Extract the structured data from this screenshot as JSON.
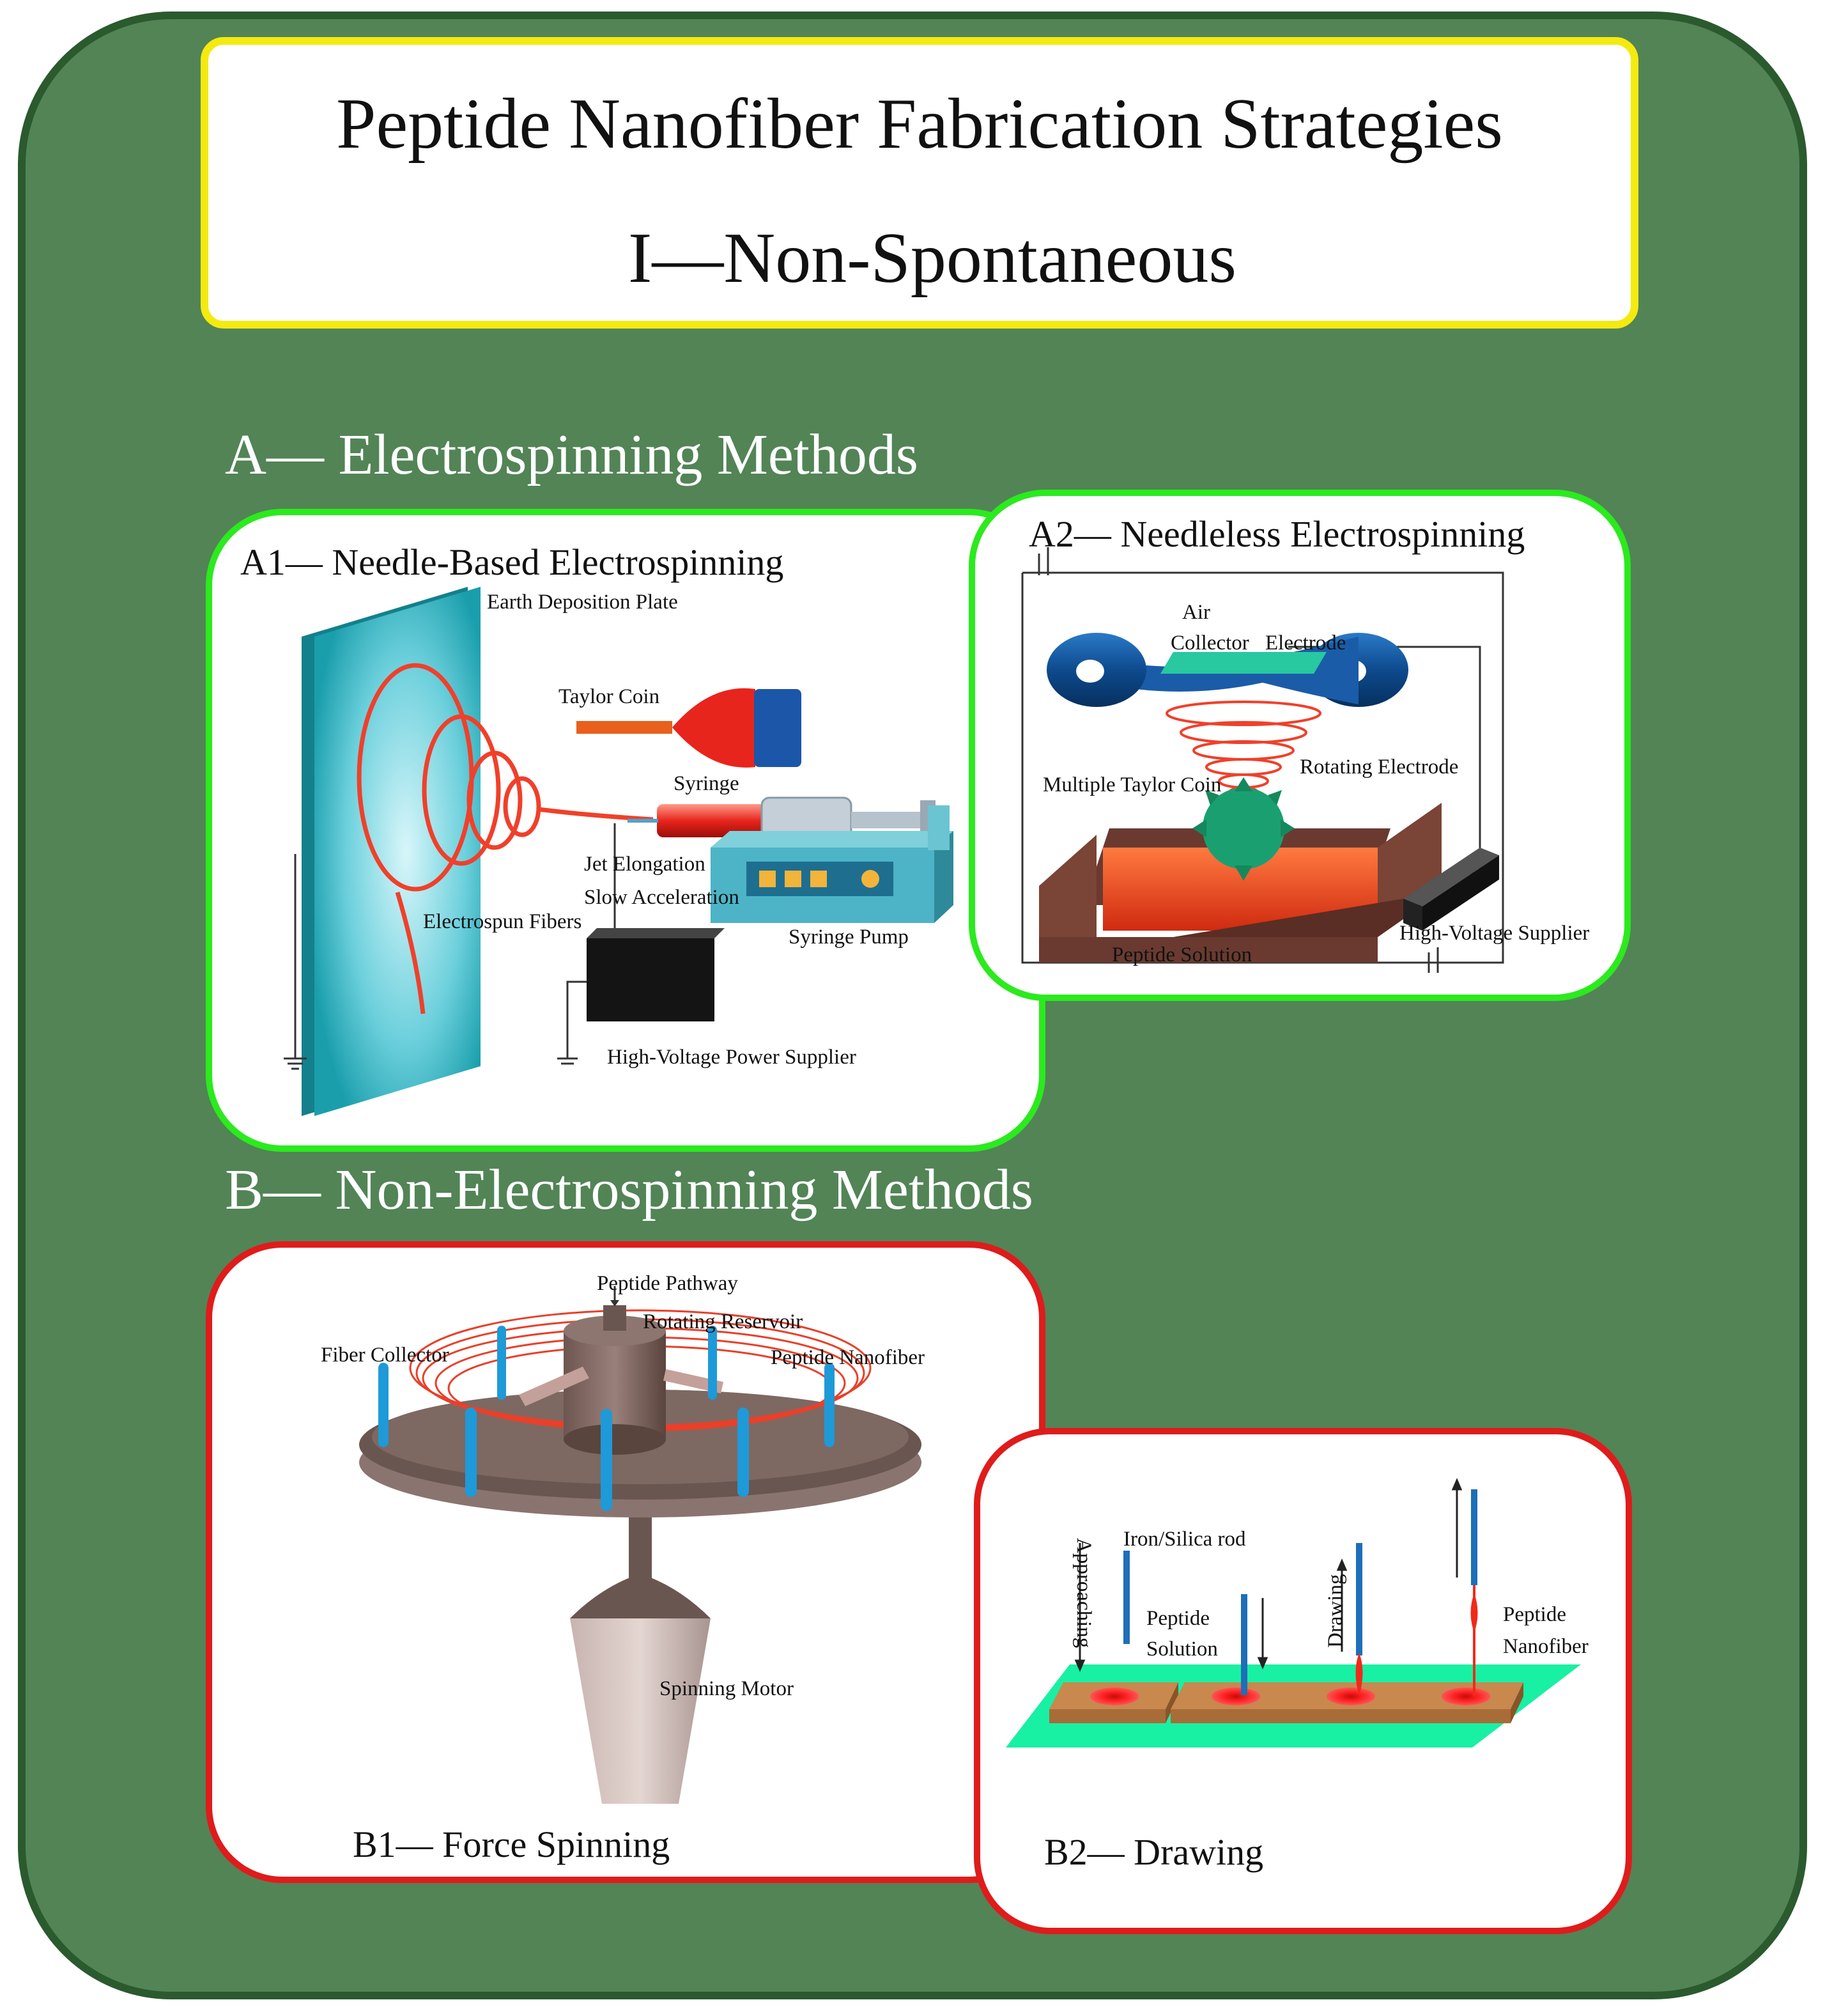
{
  "title": {
    "line1": "Peptide Nanofiber Fabrication Strategies",
    "line2": "I—Non-Spontaneous"
  },
  "section_a": "A— Electrospinning Methods",
  "section_b": "B— Non-Electrospinning Methods",
  "a1": {
    "title": "A1— Needle-Based Electrospinning",
    "labels": {
      "plate": "Earth Deposition Plate",
      "taylor": "Taylor Coin",
      "syringe": "Syringe",
      "jet": "Jet Elongation",
      "slow": "Slow Acceleration",
      "fibers": "Electrospun Fibers",
      "pump": "Syringe Pump",
      "power": "High-Voltage Power Supplier"
    }
  },
  "a2": {
    "title": "A2— Needleless Electrospinning",
    "labels": {
      "air": "Air",
      "collector": "Collector",
      "electrode": "Electrode",
      "multiple": "Multiple Taylor Coin",
      "rotating": "Rotating Electrode",
      "hv": "High-Voltage Supplier",
      "solution": "Peptide Solution"
    }
  },
  "b1": {
    "title": "B1— Force  Spinning",
    "labels": {
      "pathway": "Peptide Pathway",
      "reservoir": "Rotating Reservoir",
      "collector": "Fiber Collector",
      "nanofiber": "Peptide Nanofiber",
      "motor": "Spinning Motor"
    }
  },
  "b2": {
    "title": "B2— Drawing",
    "labels": {
      "rod": "Iron/Silica rod",
      "approaching": "Approaching",
      "solution1": "Peptide",
      "solution2": "Solution",
      "drawing": "Drawing",
      "nano1": "Peptide",
      "nano2": "Nanofiber"
    }
  },
  "colors": {
    "background": "#528456",
    "title_border": "#f4ea10",
    "green_border": "#2bea1e",
    "red_border": "#e01b1b",
    "plate": "#1aa6b4",
    "fiber": "#f0402a",
    "collector_rod": "#1e9ad8"
  }
}
